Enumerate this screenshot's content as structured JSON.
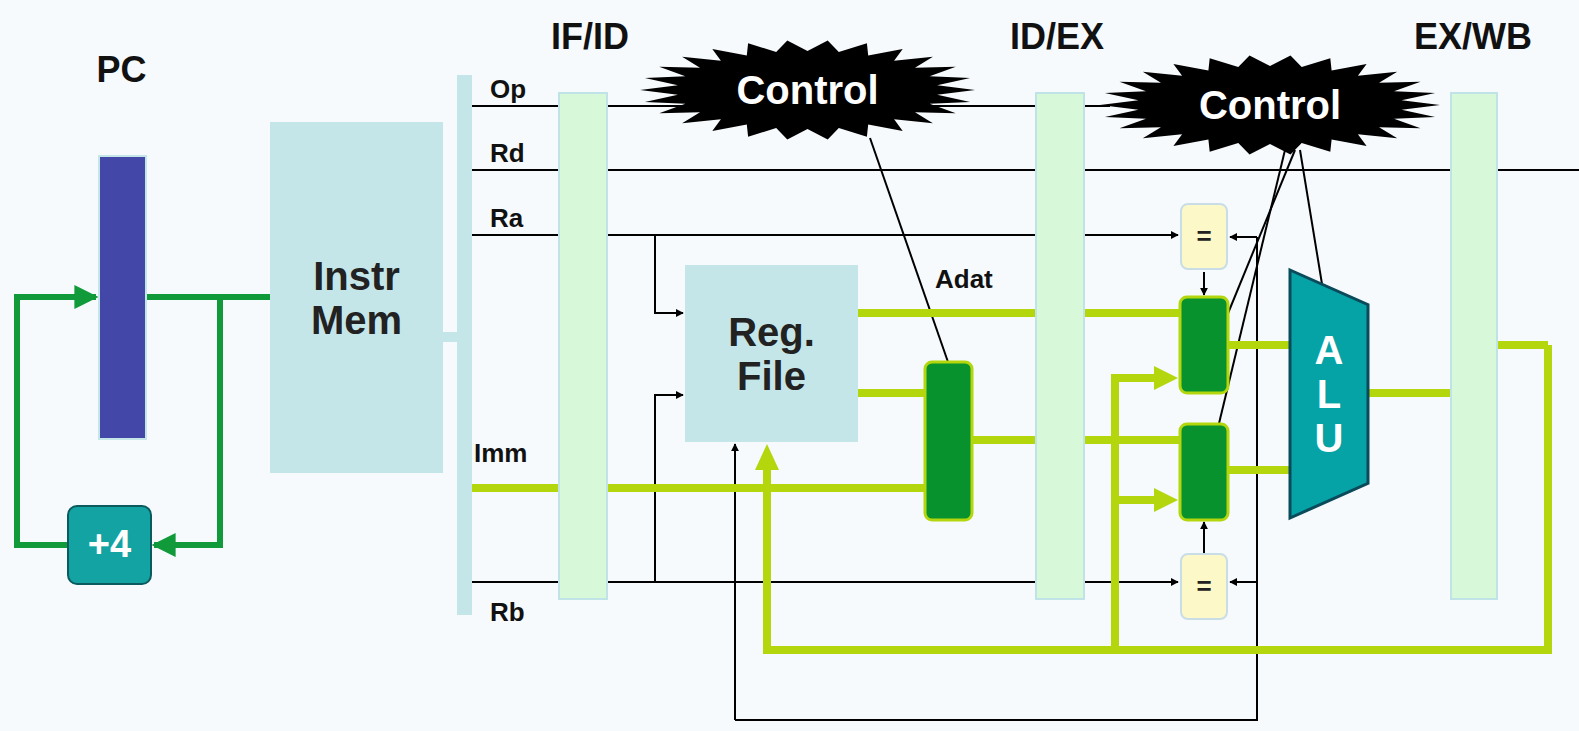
{
  "diagram": {
    "nodes": [
      {
        "text": [
          "PC"
        ]
      },
      {
        "text": [
          "IF/ID"
        ]
      },
      {
        "text": [
          "Control"
        ]
      },
      {
        "text": [
          "ID/EX"
        ]
      },
      {
        "text": [
          "Control"
        ]
      },
      {
        "text": [
          "EX/WB"
        ]
      },
      {
        "text": [
          "Instr Mem"
        ]
      },
      {
        "text": [
          "Reg. File"
        ]
      },
      {
        "text": [
          "="
        ]
      },
      {
        "text": [
          "A L U"
        ]
      },
      {
        "text": [
          "="
        ]
      },
      {
        "text": [
          "+4"
        ]
      }
    ],
    "edges": [
      {
        "from": 0,
        "to": 6,
        "arrow": "none"
      },
      {
        "from": 0,
        "to": 11,
        "arrow": "to"
      },
      {
        "from": 11,
        "to": 0,
        "arrow": "to"
      },
      {
        "from": 7,
        "to": 3,
        "arrow": "none"
      },
      {
        "from": 9,
        "to": 5,
        "arrow": "none"
      }
    ],
    "labels": [
      "Op",
      "Rd",
      "Ra",
      "Adat",
      "Imm",
      "Rb"
    ]
  }
}
